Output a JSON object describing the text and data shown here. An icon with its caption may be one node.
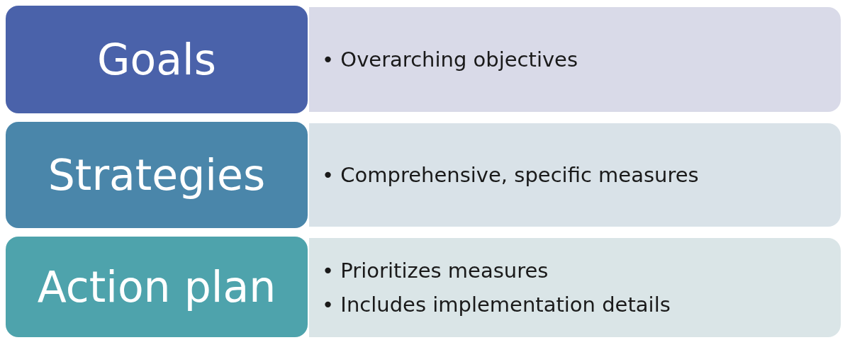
{
  "diagram": {
    "nodes": [
      {
        "text": [
          "Goals"
        ]
      },
      {
        "text": [
          "• Overarching objectives"
        ]
      },
      {
        "text": [
          "Strategies"
        ]
      },
      {
        "text": [
          "• Comprehensive, specific measures"
        ]
      },
      {
        "text": [
          "Action plan"
        ]
      },
      {
        "text": [
          "• Prioritizes measures",
          "• Includes implementation details"
        ]
      }
    ]
  }
}
